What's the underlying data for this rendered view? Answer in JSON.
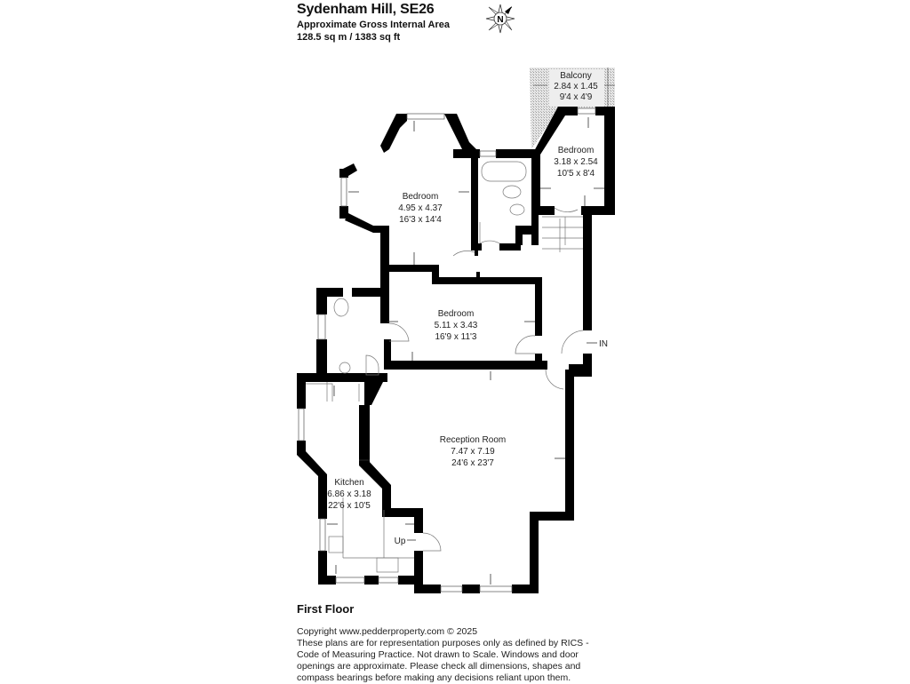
{
  "header": {
    "title": "Sydenham Hill, SE26",
    "area_label": "Approximate Gross Internal Area",
    "area_value": "128.5 sq m / 1383 sq ft"
  },
  "compass": {
    "icon": "north-compass-icon",
    "letter": "N"
  },
  "rooms": {
    "balcony": {
      "name": "Balcony",
      "metric": "2.84 x 1.45",
      "imperial": "9'4 x 4'9"
    },
    "bedroom_ne": {
      "name": "Bedroom",
      "metric": "3.18 x 2.54",
      "imperial": "10'5 x 8'4"
    },
    "bedroom_bay": {
      "name": "Bedroom",
      "metric": "4.95 x 4.37",
      "imperial": "16'3 x 14'4"
    },
    "bedroom_mid": {
      "name": "Bedroom",
      "metric": "5.11 x 3.43",
      "imperial": "16'9 x 11'3"
    },
    "reception": {
      "name": "Reception Room",
      "metric": "7.47 x 7.19",
      "imperial": "24'6 x 23'7"
    },
    "kitchen": {
      "name": "Kitchen",
      "metric": "6.86 x 3.18",
      "imperial": "22'6 x 10'5"
    }
  },
  "markers": {
    "entrance": "IN",
    "stairs_up": "Up"
  },
  "floor_label": "First Floor",
  "footer": {
    "copyright": "Copyright www.pedderproperty.com © 2025",
    "disclaimer": "These plans are for representation purposes only as defined by RICS - Code of Measuring Practice. Not drawn to Scale. Windows and door openings are approximate. Please check all dimensions, shapes and compass bearings before making any decisions reliant upon them."
  }
}
